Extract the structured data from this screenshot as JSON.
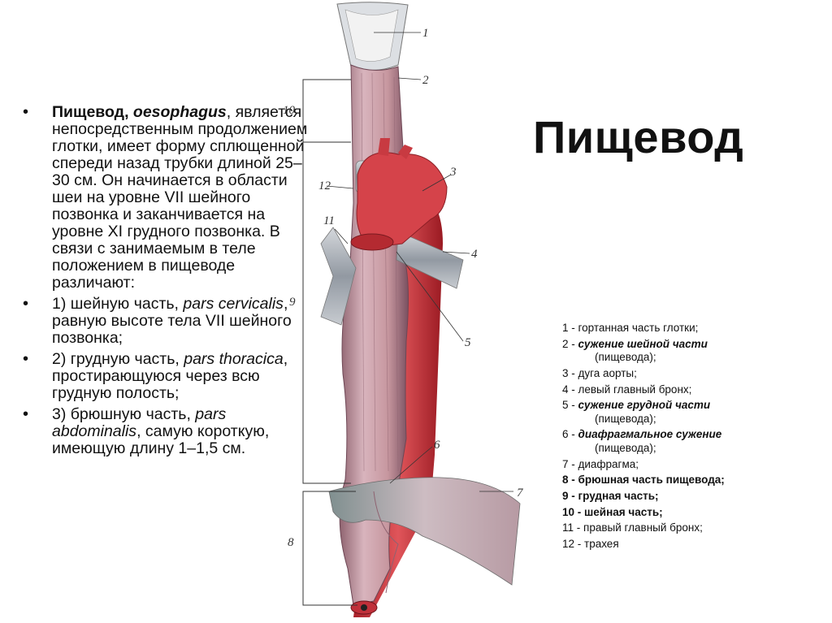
{
  "title": "Пищевод",
  "intro": {
    "term": "Пищевод, ",
    "latin": "oesophagus",
    "text": ", является непосредственным продолжением глотки, имеет форму сплющенной спереди назад трубки длиной 25–30 см. Он начинается в области шеи на уровне VII шейного позвонка и заканчивается на уровне XI грудного позвонка. В связи с занимаемым в теле положением в пищеводе различают:"
  },
  "parts": [
    {
      "pre": "1) шейную часть, ",
      "latin": "pars cervicalis",
      "post": ", равную высоте тела VII шейного позвонка;"
    },
    {
      "pre": "2) грудную часть, ",
      "latin": "pars thoracica",
      "post": ", простирающуюся через всю грудную полость;"
    },
    {
      "pre": "3) брюшную часть, ",
      "latin": "pars abdominalis",
      "post": ", самую короткую, имеющую длину 1–1,5 см."
    }
  ],
  "legend": {
    "l1": "1 - гортанная часть глотки;",
    "l2_num": "2 - ",
    "l2_term": "сужение шейной части",
    "l2_sub": "(пищевода);",
    "l3": "3 - дуга аорты;",
    "l4": "4 - левый главный бронх;",
    "l5_num": "5 - ",
    "l5_term": "сужение грудной части",
    "l5_sub": "(пищевода);",
    "l6_num": "6 - ",
    "l6_term": "диафрагмальное сужение",
    "l6_sub": "(пищевода);",
    "l7": "7 - диафрагма;",
    "l8": "8 - брюшная часть пищевода;",
    "l9": "9 - грудная часть;",
    "l10": "10 - шейная часть;",
    "l11": "11 - правый главный бронх;",
    "l12": "12 - трахея"
  },
  "figure_labels": [
    "1",
    "2",
    "3",
    "4",
    "5",
    "6",
    "7",
    "8",
    "9",
    "10",
    "11",
    "12"
  ],
  "colors": {
    "esophagus": "#c99aa6",
    "aorta": "#d9343c",
    "trachea": "#a6acb4",
    "diaphragm": "#b5a7ad"
  }
}
